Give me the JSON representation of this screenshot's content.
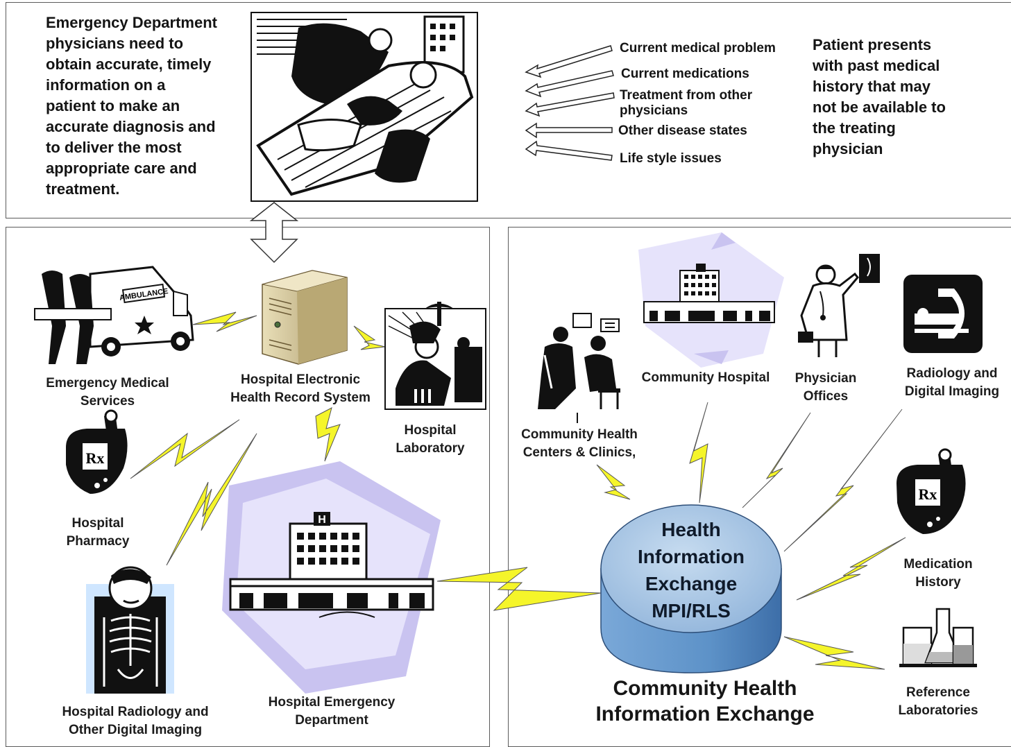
{
  "top_panel": {
    "left_text": [
      "Emergency Department",
      "physicians need to",
      "obtain accurate, timely",
      "information on a",
      "patient to make an",
      "accurate diagnosis and",
      "to deliver the most",
      "appropriate care and",
      "treatment."
    ],
    "history_items": [
      "Current medical problem",
      "Current medications",
      "Treatment from other",
      "physicians",
      "Other disease states",
      "Life style issues"
    ],
    "right_text": [
      "Patient presents",
      "with past medical",
      "history that may",
      "not be available to",
      "the treating",
      "physician"
    ]
  },
  "hospital_panel": {
    "ems": [
      "Emergency Medical",
      "Services"
    ],
    "ehr": [
      "Hospital Electronic",
      "Health Record System"
    ],
    "lab": [
      "Hospital",
      "Laboratory"
    ],
    "pharmacy": [
      "Hospital",
      "Pharmacy"
    ],
    "radiology": [
      "Hospital Radiology and",
      "Other Digital Imaging"
    ],
    "emergency_dept": [
      "Hospital Emergency",
      "Department"
    ]
  },
  "community_panel": {
    "hie": [
      "Health",
      "Information",
      "Exchange",
      "MPI/RLS"
    ],
    "chc": [
      "Community Health",
      "Centers & Clinics,"
    ],
    "community_hospital": "Community Hospital",
    "physician_offices": [
      "Physician",
      "Offices"
    ],
    "radiology": [
      "Radiology and",
      "Digital Imaging"
    ],
    "medication": [
      "Medication",
      "History"
    ],
    "reference_labs": [
      "Reference",
      "Laboratories"
    ],
    "title": [
      "Community Health",
      "Information Exchange"
    ]
  },
  "icons": {
    "ambulance_text": "AMBULANCE",
    "hospital_sign": "H",
    "rx": "Rx"
  },
  "colors": {
    "bolt": "#f5f52a",
    "lavender": "#c9c3f0",
    "hie_top": "#a8c6e4",
    "hie_side": "#5d92c8"
  }
}
